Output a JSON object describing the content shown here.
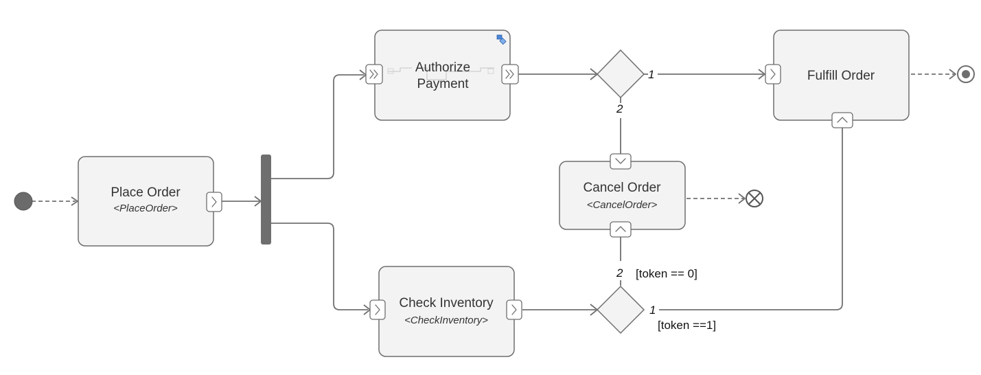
{
  "nodes": {
    "place_order": {
      "name": "Place Order",
      "stereotype": "<PlaceOrder>"
    },
    "authorize_payment": {
      "name_line1": "Authorize",
      "name_line2": "Payment"
    },
    "fulfill_order": {
      "name": "Fulfill Order"
    },
    "cancel_order": {
      "name": "Cancel Order",
      "stereotype": "<CancelOrder>"
    },
    "check_inventory": {
      "name": "Check Inventory",
      "stereotype": "<CheckInventory>"
    }
  },
  "edge_labels": {
    "top_decision_out_1": "1",
    "top_decision_out_2": "2",
    "bottom_decision_out_2": "2",
    "bottom_decision_out_1": "1"
  },
  "guards": {
    "cancel_guard": "[token == 0]",
    "fulfill_guard": "[token ==1]"
  },
  "icons": [
    "initial-node-icon",
    "fork-bar-icon",
    "decision-diamond-icon",
    "activity-final-icon",
    "flow-final-icon",
    "call-behavior-icon",
    "pin-icon"
  ],
  "colors": {
    "node_fill": "#f3f3f3",
    "node_stroke": "#6e6e6e",
    "fork_bar": "#6e6e6e",
    "accent_icon": "#4a86d8"
  }
}
